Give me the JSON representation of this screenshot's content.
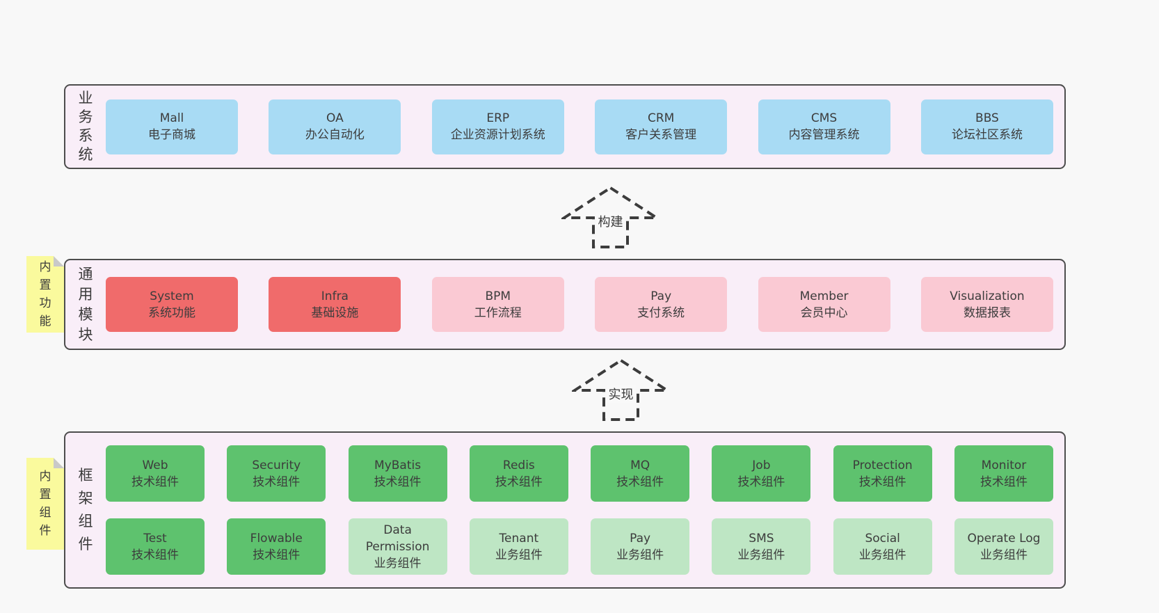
{
  "colors": {
    "page_bg": "#f8f8f8",
    "container_bg": "#f9eef8",
    "container_border": "#4d4d4d",
    "box_blue": "#a8dbf4",
    "box_red": "#f06b6b",
    "box_pink": "#fac9d3",
    "box_green": "#5ec26e",
    "box_light_green": "#bee6c4",
    "sticky_yellow": "#fafa9d",
    "sticky_fold_gray": "#c9c9c9",
    "text": "#3c3c3c",
    "arrow_dash": "#3c3c3c"
  },
  "arrows": [
    {
      "label": "构建"
    },
    {
      "label": "实现"
    }
  ],
  "business": {
    "label": "业务系统",
    "boxes": [
      {
        "en": "Mall",
        "zh": "电子商城"
      },
      {
        "en": "OA",
        "zh": "办公自动化"
      },
      {
        "en": "ERP",
        "zh": "企业资源计划系统"
      },
      {
        "en": "CRM",
        "zh": "客户关系管理"
      },
      {
        "en": "CMS",
        "zh": "内容管理系统"
      },
      {
        "en": "BBS",
        "zh": "论坛社区系统"
      }
    ]
  },
  "modules": {
    "label": "通用模块",
    "sticky": "内置功能",
    "boxes": [
      {
        "en": "System",
        "zh": "系统功能",
        "variant": "red"
      },
      {
        "en": "Infra",
        "zh": "基础设施",
        "variant": "red"
      },
      {
        "en": "BPM",
        "zh": "工作流程",
        "variant": "pink"
      },
      {
        "en": "Pay",
        "zh": "支付系统",
        "variant": "pink"
      },
      {
        "en": "Member",
        "zh": "会员中心",
        "variant": "pink"
      },
      {
        "en": "Visualization",
        "zh": "数据报表",
        "variant": "pink"
      }
    ]
  },
  "components": {
    "label": "框架组件",
    "sticky": "内置组件",
    "row1": [
      {
        "en": "Web",
        "zh": "技术组件",
        "variant": "green"
      },
      {
        "en": "Security",
        "zh": "技术组件",
        "variant": "green"
      },
      {
        "en": "MyBatis",
        "zh": "技术组件",
        "variant": "green"
      },
      {
        "en": "Redis",
        "zh": "技术组件",
        "variant": "green"
      },
      {
        "en": "MQ",
        "zh": "技术组件",
        "variant": "green"
      },
      {
        "en": "Job",
        "zh": "技术组件",
        "variant": "green"
      },
      {
        "en": "Protection",
        "zh": "技术组件",
        "variant": "green"
      },
      {
        "en": "Monitor",
        "zh": "技术组件",
        "variant": "green"
      }
    ],
    "row2": [
      {
        "en": "Test",
        "zh": "技术组件",
        "variant": "green"
      },
      {
        "en": "Flowable",
        "zh": "技术组件",
        "variant": "green"
      },
      {
        "en": "Data Permission",
        "zh": "业务组件",
        "variant": "lightgreen"
      },
      {
        "en": "Tenant",
        "zh": "业务组件",
        "variant": "lightgreen"
      },
      {
        "en": "Pay",
        "zh": "业务组件",
        "variant": "lightgreen"
      },
      {
        "en": "SMS",
        "zh": "业务组件",
        "variant": "lightgreen"
      },
      {
        "en": "Social",
        "zh": "业务组件",
        "variant": "lightgreen"
      },
      {
        "en": "Operate Log",
        "zh": "业务组件",
        "variant": "lightgreen"
      }
    ]
  }
}
